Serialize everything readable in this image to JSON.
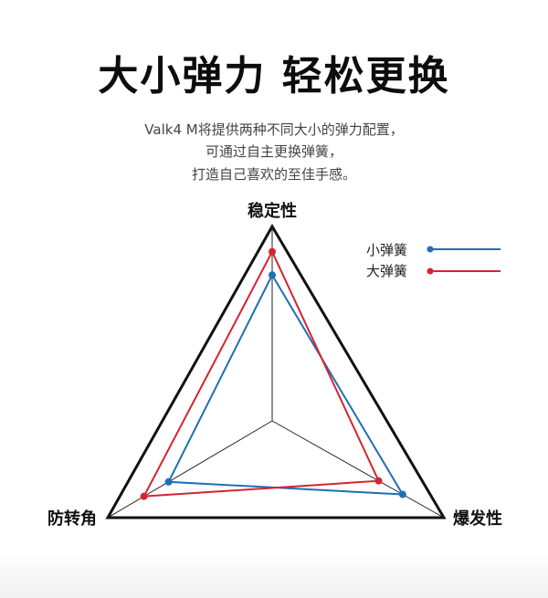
{
  "headline": "大小弹力 轻松更换",
  "description": [
    "Valk4 M将提供两种不同大小的弹力配置，",
    "可通过自主更换弹簧，",
    "打造自己喜欢的至佳手感。"
  ],
  "chart_data": {
    "type": "radar",
    "axes": [
      "稳定性",
      "爆发性",
      "防转角"
    ],
    "range": [
      0,
      1
    ],
    "grid": "spokes-only",
    "legend_placement": "top-right",
    "series": [
      {
        "name": "小弹簧",
        "color": "#1f6fb5",
        "values": [
          0.75,
          0.76,
          0.63
        ]
      },
      {
        "name": "大弹簧",
        "color": "#d42431",
        "values": [
          0.87,
          0.62,
          0.78
        ]
      }
    ]
  },
  "colors": {
    "outline": "#111111",
    "spoke": "#222222"
  }
}
